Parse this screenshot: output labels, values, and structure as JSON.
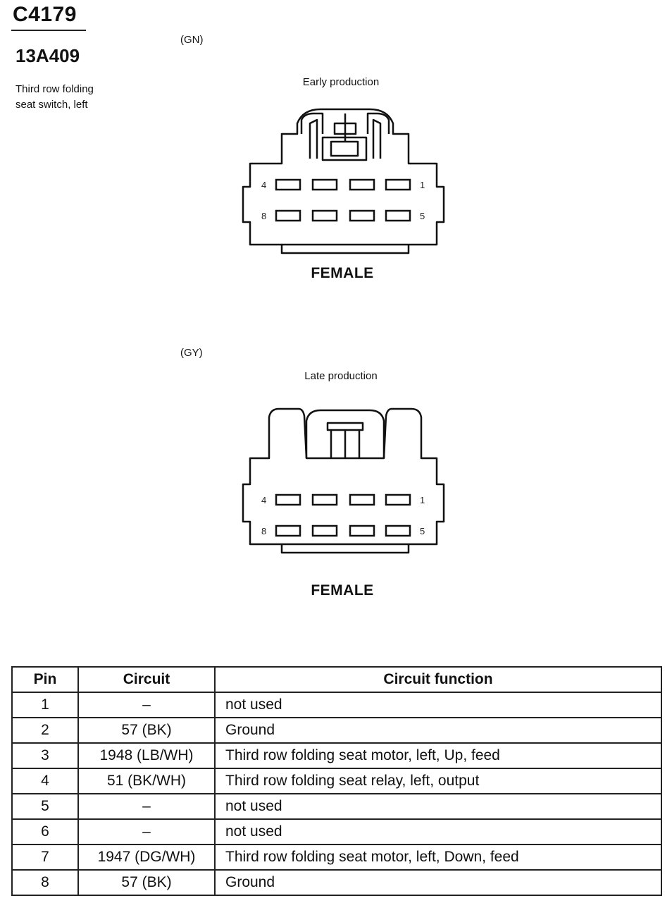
{
  "header": {
    "connector_id": "C4179",
    "part_number": "13A409",
    "description_line1": "Third row folding",
    "description_line2": "seat switch, left"
  },
  "views": [
    {
      "color_code": "(GN)",
      "label": "Early production",
      "gender": "FEMALE",
      "pin_labels": {
        "top_left": "4",
        "top_right": "1",
        "bottom_left": "8",
        "bottom_right": "5"
      }
    },
    {
      "color_code": "(GY)",
      "label": "Late production",
      "gender": "FEMALE",
      "pin_labels": {
        "top_left": "4",
        "top_right": "1",
        "bottom_left": "8",
        "bottom_right": "5"
      }
    }
  ],
  "table": {
    "headers": [
      "Pin",
      "Circuit",
      "Circuit function"
    ],
    "rows": [
      {
        "pin": "1",
        "circuit": "–",
        "function": "not used"
      },
      {
        "pin": "2",
        "circuit": "57 (BK)",
        "function": "Ground"
      },
      {
        "pin": "3",
        "circuit": "1948 (LB/WH)",
        "function": "Third row folding seat motor, left, Up, feed"
      },
      {
        "pin": "4",
        "circuit": "51 (BK/WH)",
        "function": "Third row folding seat relay, left, output"
      },
      {
        "pin": "5",
        "circuit": "–",
        "function": "not used"
      },
      {
        "pin": "6",
        "circuit": "–",
        "function": "not used"
      },
      {
        "pin": "7",
        "circuit": "1947 (DG/WH)",
        "function": "Third row folding seat motor, left, Down, feed"
      },
      {
        "pin": "8",
        "circuit": "57 (BK)",
        "function": "Ground"
      }
    ]
  }
}
